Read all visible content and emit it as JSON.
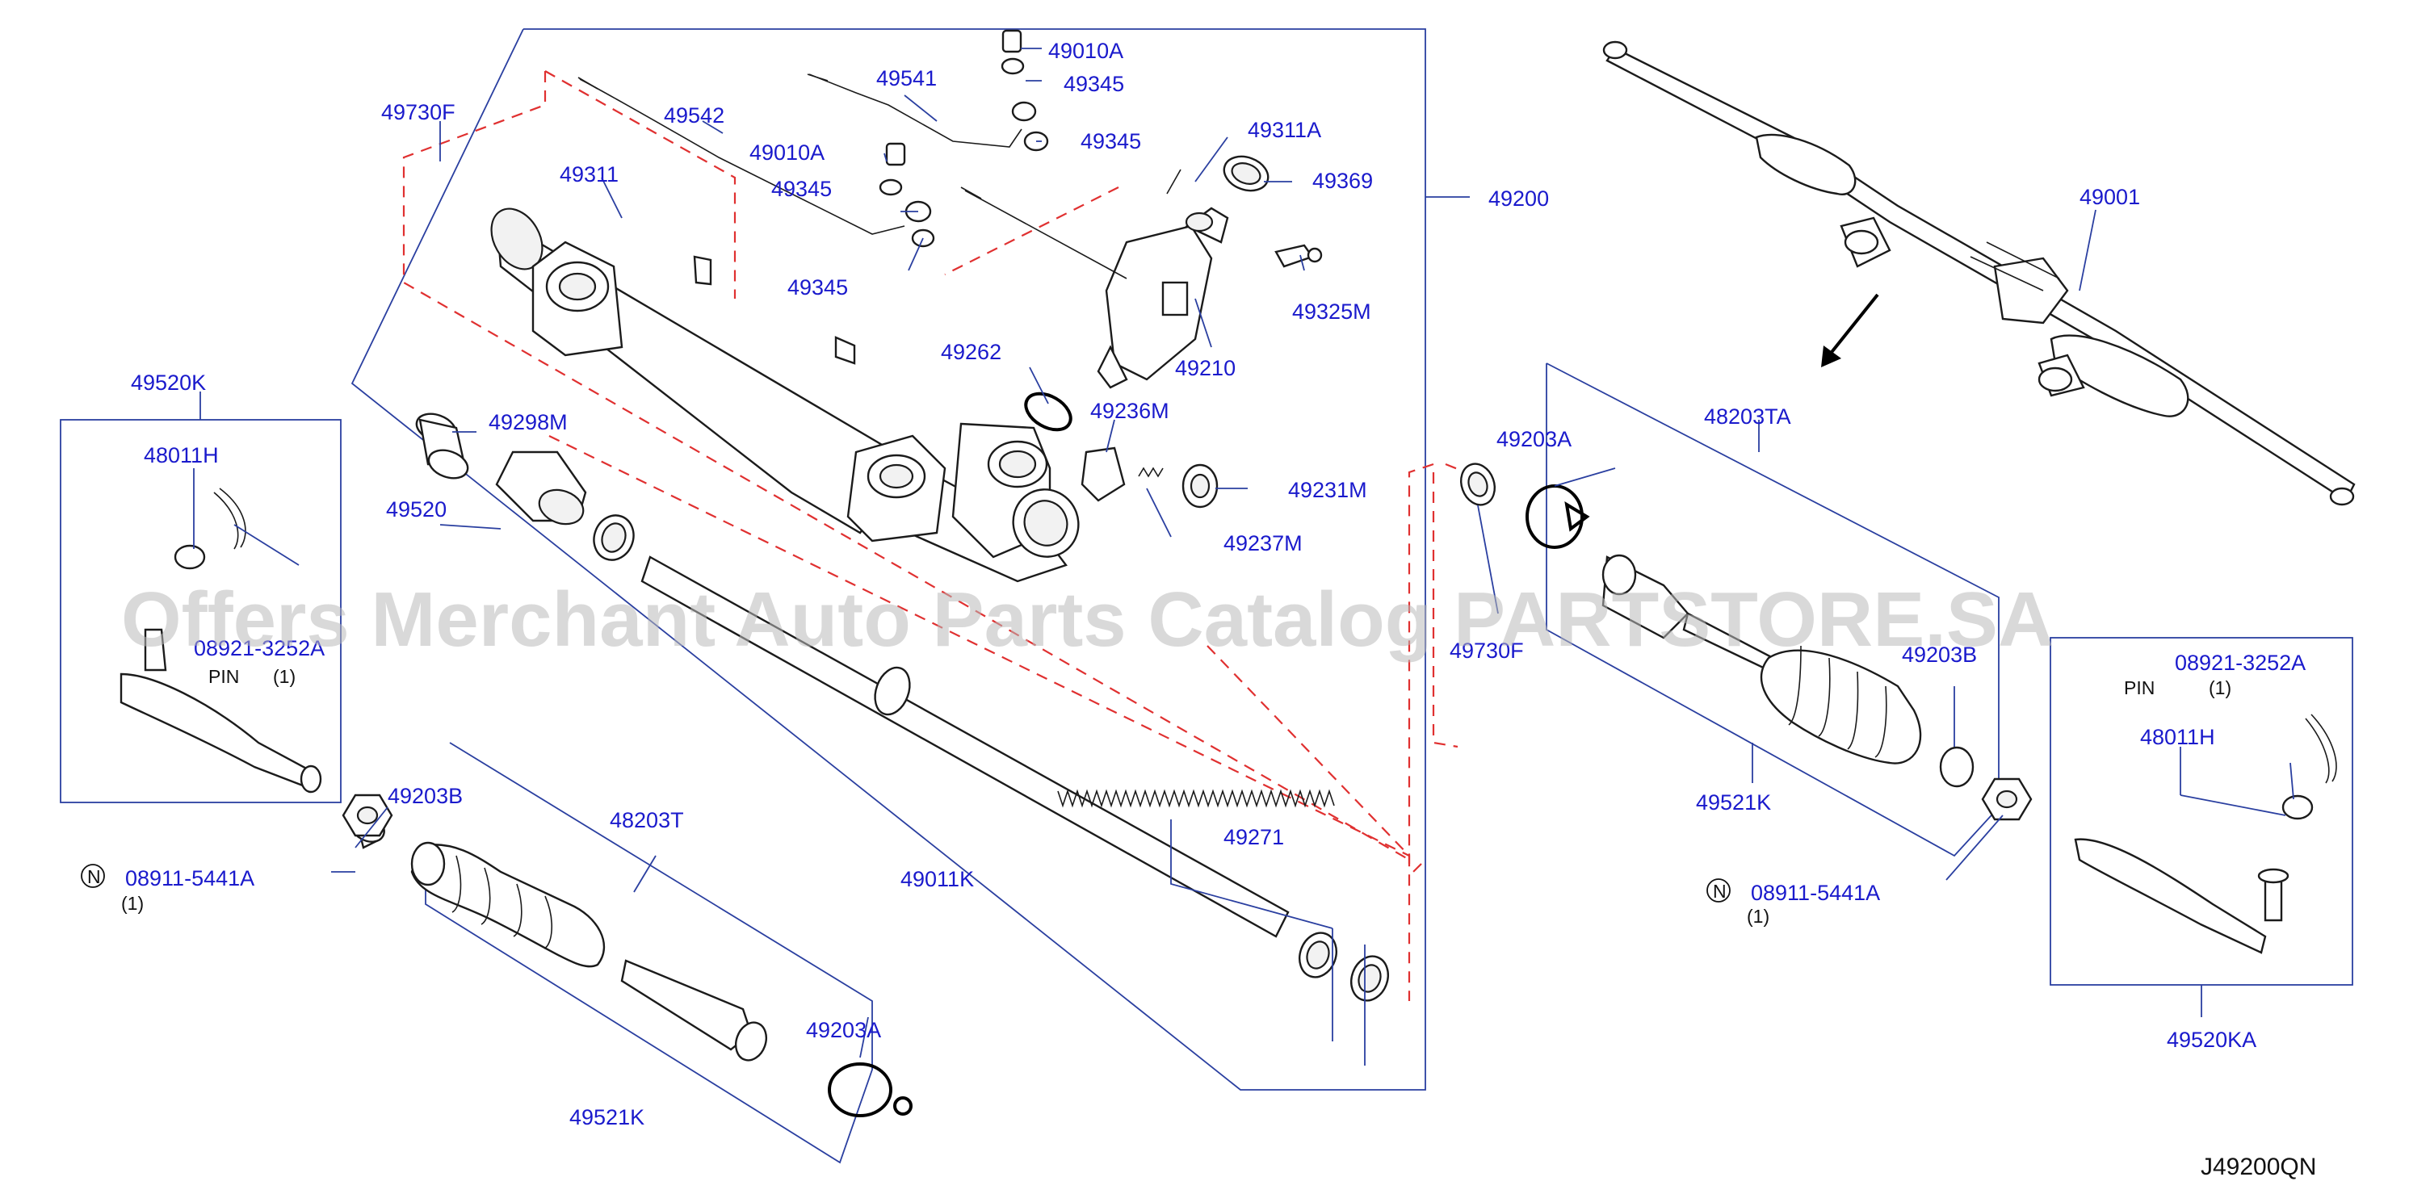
{
  "watermark": "Offers Merchant Auto Parts Catalog PARTSTORE.SA",
  "reference_code": "J49200QN",
  "labels": {
    "p49010A_top": "49010A",
    "p49345_a": "49345",
    "p49541": "49541",
    "p49345_b": "49345",
    "p49542": "49542",
    "p49010A_mid": "49010A",
    "p49345_c": "49345",
    "p49345_d": "49345",
    "p49730F_left": "49730F",
    "p49311": "49311",
    "p49311A": "49311A",
    "p49369": "49369",
    "p49200": "49200",
    "p49325M": "49325M",
    "p49210": "49210",
    "p49262": "49262",
    "p49236M": "49236M",
    "p49298M": "49298M",
    "p49520": "49520",
    "p49231M": "49231M",
    "p49237M": "49237M",
    "p49520K": "49520K",
    "p48011H_left": "48011H",
    "p08921_left": "08921-3252A",
    "pin_left": "PIN",
    "pin_left_qty": "(1)",
    "p49203B_left": "49203B",
    "p48203T": "48203T",
    "p08911_left": "08911-5441A",
    "p08911_left_qty": "(1)",
    "p49011K": "49011K",
    "p49271": "49271",
    "p49203A_bottom": "49203A",
    "p49521K_left": "49521K",
    "p49001": "49001",
    "p49203A_right": "49203A",
    "p48203TA": "48203TA",
    "p49730F_right": "49730F",
    "p49203B_right": "49203B",
    "p49521K_right": "49521K",
    "p08911_right": "08911-5441A",
    "p08911_right_qty": "(1)",
    "p08921_right": "08921-3252A",
    "pin_right": "PIN",
    "pin_right_qty": "(1)",
    "p48011H_right": "48011H",
    "p49520KA": "49520KA",
    "n_symbol": "N"
  },
  "colors": {
    "label_text": "#1a1acc",
    "leader_line": "#2a3fa0",
    "phantom_line": "#e03030",
    "part_outline": "#1b1b1b",
    "watermark": "#b9b9b9"
  }
}
